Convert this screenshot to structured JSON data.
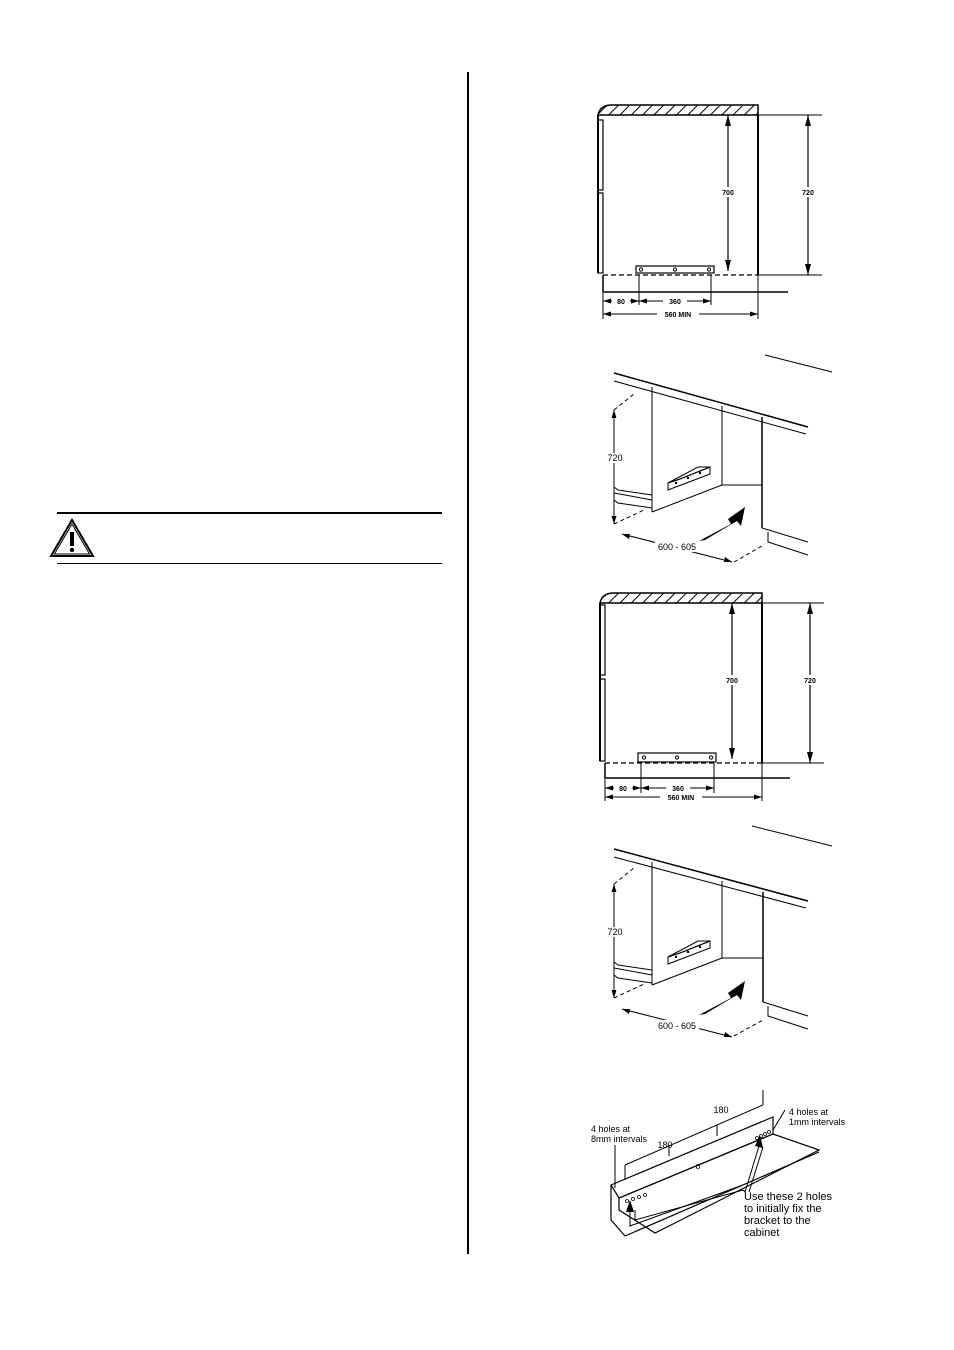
{
  "figure1": {
    "dim_height_inner": "700",
    "dim_height_outer": "720",
    "dim_left": "80",
    "dim_bracket": "360",
    "dim_width": "560 MIN"
  },
  "figure2": {
    "dim_height": "720",
    "dim_depth": "600 - 605"
  },
  "figure3": {
    "dim_height_inner": "700",
    "dim_height_outer": "720",
    "dim_left": "80",
    "dim_bracket": "360",
    "dim_width": "560 MIN"
  },
  "figure4": {
    "dim_height": "720",
    "dim_depth": "600 - 605"
  },
  "figure5": {
    "dim_back": "180",
    "dim_front": "180",
    "note_left_1": "4 holes at",
    "note_left_2": "8mm intervals",
    "note_right_1": "4 holes at",
    "note_right_2": "1mm intervals",
    "note_center_hole": "o",
    "instruction_1": "Use these 2 holes",
    "instruction_2": "to initially fix the",
    "instruction_3": "bracket to the",
    "instruction_4": "cabinet"
  },
  "warning": {
    "icon": "warning-triangle-icon"
  }
}
